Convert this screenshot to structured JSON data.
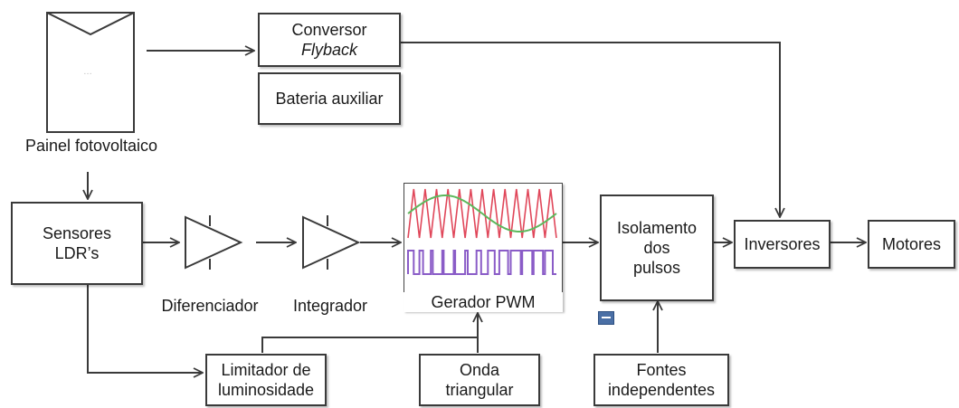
{
  "panel": {
    "label": "Painel fotovoltaico"
  },
  "flyback": {
    "line1": "Conversor",
    "line2": "Flyback"
  },
  "battery": {
    "label": "Bateria auxiliar"
  },
  "sensors": {
    "line1": "Sensores",
    "line2": "LDR’s"
  },
  "differentiator": {
    "label": "Diferenciador"
  },
  "integrator": {
    "label": "Integrador"
  },
  "pwm": {
    "label": "Gerador PWM"
  },
  "isolation": {
    "line1": "Isolamento",
    "line2": "dos",
    "line3": "pulsos"
  },
  "inverters": {
    "label": "Inversores"
  },
  "motors": {
    "label": "Motores"
  },
  "limiter": {
    "line1": "Limitador de",
    "line2": "luminosidade"
  },
  "triangle": {
    "line1": "Onda",
    "line2": "triangular"
  },
  "sources": {
    "line1": "Fontes",
    "line2": "independentes"
  },
  "colors": {
    "line": "#3a3a3a",
    "triangle_wave": "#e0475a",
    "sine_wave": "#5cb85c",
    "pwm_wave": "#8a5cc7",
    "marker": "#4a6fa5"
  }
}
